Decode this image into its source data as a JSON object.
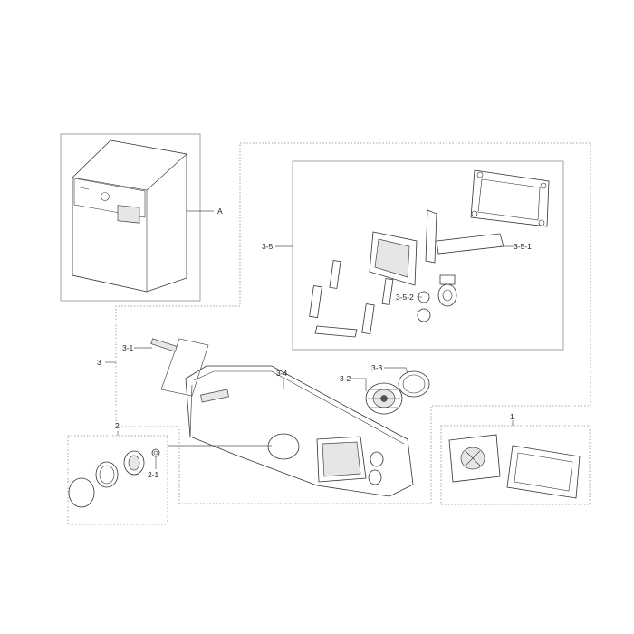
{
  "labels": {
    "A": "A",
    "p1": "1",
    "p2": "2",
    "p2_1": "2-1",
    "p3": "3",
    "p3_1": "3-1",
    "p3_2": "3-2",
    "p3_3": "3-3",
    "p3_4": "3-4",
    "p3_5": "3-5",
    "p3_5_1": "3-5-1",
    "p3_5_2": "3-5-2"
  }
}
